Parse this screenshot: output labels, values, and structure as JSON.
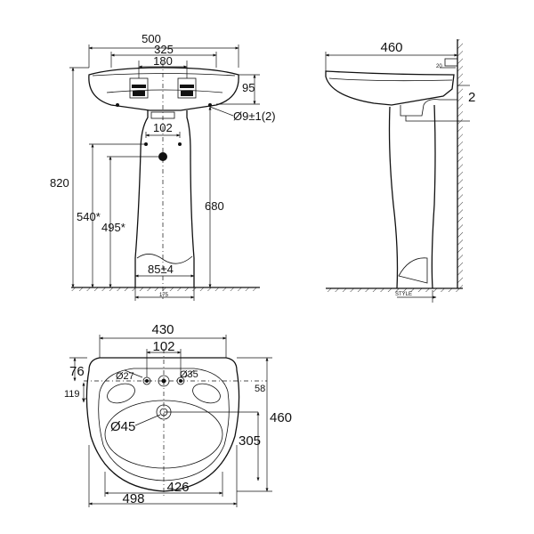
{
  "colors": {
    "line": "#111111",
    "background": "#ffffff"
  },
  "front_view": {
    "dim_500": "500",
    "dim_325": "325",
    "dim_180": "180",
    "dim_95": "95",
    "dim_hole_dia": "Ø9±1(2)",
    "dim_102": "102",
    "dim_820": "820",
    "dim_540": "540*",
    "dim_495": "495*",
    "dim_680": "680",
    "dim_85": "85±4",
    "dim_base": "175"
  },
  "side_view": {
    "dim_460": "460",
    "dim_2": "2",
    "dim_small_top": "20",
    "dim_small_bottom": "STYLE"
  },
  "top_view": {
    "dim_430": "430",
    "dim_102": "102",
    "dim_76": "76",
    "dim_27": "Ø27",
    "dim_35": "Ø35",
    "dim_58": "58",
    "dim_119": "119",
    "dim_460": "460",
    "dim_45": "Ø45",
    "dim_305": "305",
    "dim_426": "426",
    "dim_498": "498"
  }
}
